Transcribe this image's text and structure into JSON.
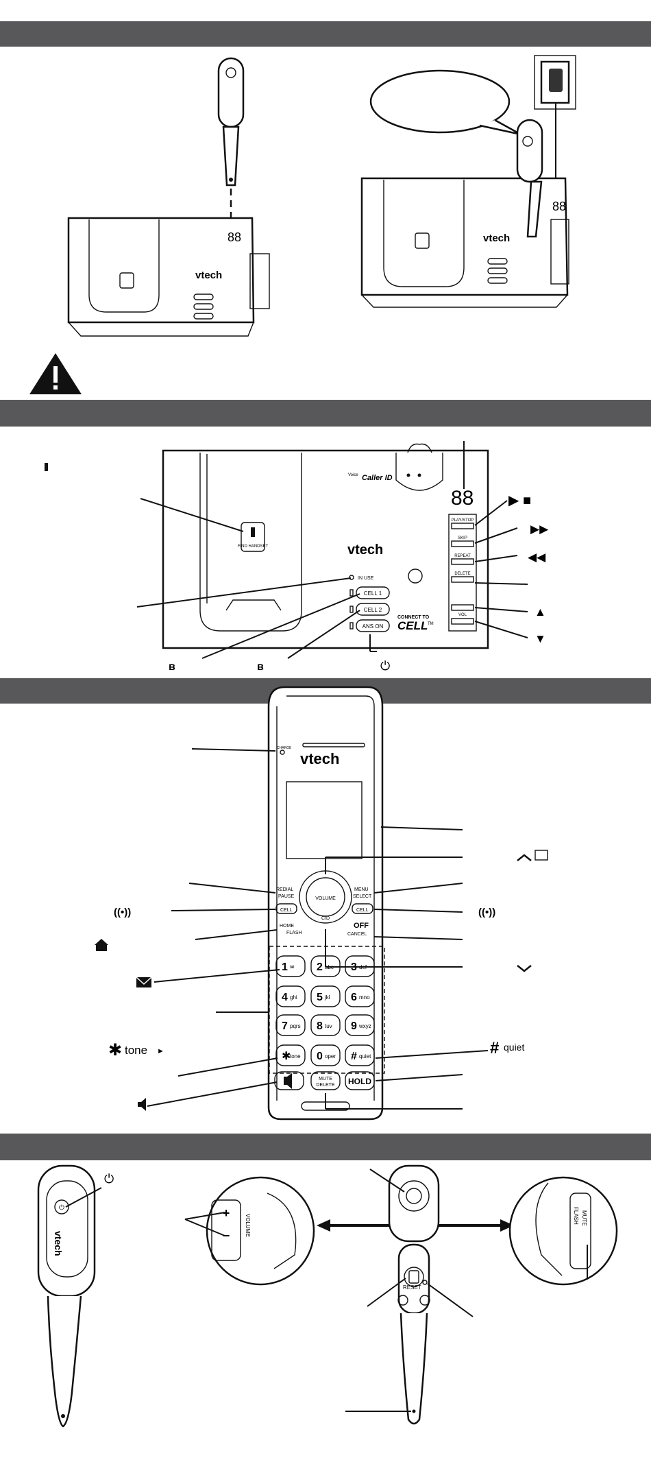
{
  "brand": {
    "logo_text": "vtech"
  },
  "base": {
    "caller_id": "Caller ID",
    "voice_prefix": "Voice",
    "display_digits": "88",
    "in_use": "IN USE",
    "find_handset": "FIND HANDSET",
    "cell1": "CELL 1",
    "cell2": "CELL 2",
    "ans_on": "ANS ON",
    "play_stop": "PLAY/STOP",
    "skip": "SKIP",
    "repeat": "REPEAT",
    "delete": "DELETE",
    "vol": "VOL",
    "connect_to": "CONNECT TO",
    "cell": "CELL",
    "tm": "TM"
  },
  "side_symbols": {
    "play_stop": "▶ ■",
    "skip": "▶▶",
    "repeat": "◀◀",
    "vol_up": "▲",
    "vol_down": "▼",
    "power": "⏻",
    "tone_arrow": "►"
  },
  "handset": {
    "charge": "CHARGE",
    "redial": "REDIAL",
    "pause": "PAUSE",
    "menu": "MENU",
    "select": "SELECT",
    "home": "HOME",
    "flash": "FLASH",
    "off": "OFF",
    "cancel": "CANCEL",
    "volume": "VOLUME",
    "cid": "CID",
    "cell": "CELL",
    "mute": "MUTE",
    "delete": "DELETE",
    "hold": "HOLD",
    "keys": [
      {
        "num": "1",
        "sub": "✉"
      },
      {
        "num": "2",
        "sub": "abc"
      },
      {
        "num": "3",
        "sub": "def"
      },
      {
        "num": "4",
        "sub": "ghi"
      },
      {
        "num": "5",
        "sub": "jkl"
      },
      {
        "num": "6",
        "sub": "mno"
      },
      {
        "num": "7",
        "sub": "pqrs"
      },
      {
        "num": "8",
        "sub": "tuv"
      },
      {
        "num": "9",
        "sub": "wxyz"
      },
      {
        "num": "✱",
        "sub": "tone"
      },
      {
        "num": "0",
        "sub": "oper"
      },
      {
        "num": "#",
        "sub": "quiet"
      }
    ]
  },
  "labels": {
    "tone": "tone",
    "quiet": "quiet"
  },
  "headset": {
    "volume": "VOLUME",
    "mute": "MUTE",
    "flash": "FLASH",
    "reset": "RESET"
  }
}
